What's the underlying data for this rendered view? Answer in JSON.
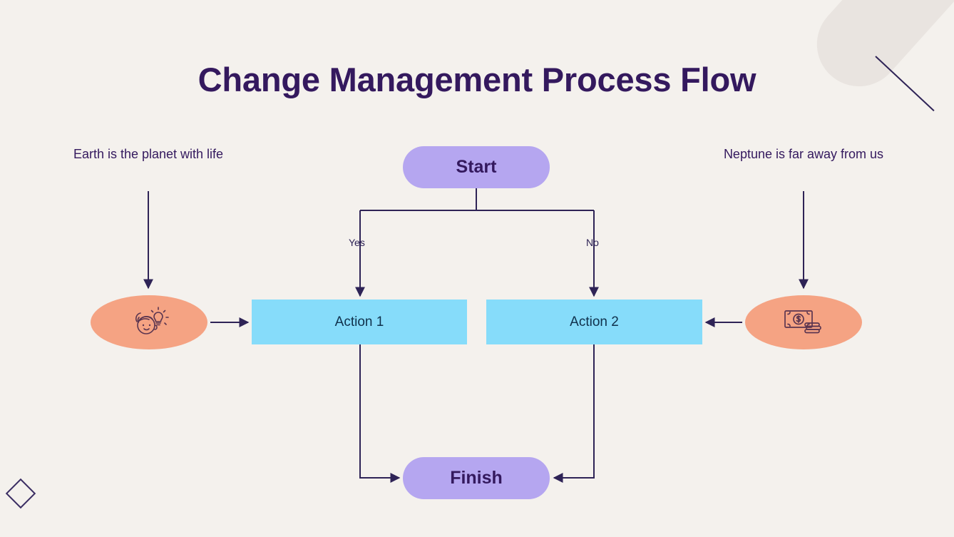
{
  "slide": {
    "title": "Change Management Process Flow",
    "background_color": "#F4F1ED",
    "title_color": "#34195E"
  },
  "palette": {
    "terminator": "#B5A6F0",
    "process": "#86DCFA",
    "ellipse": "#F5A383",
    "connector": "#2E2356",
    "decor_gray": "#E6E2DD"
  },
  "flowchart": {
    "nodes": [
      {
        "id": "start",
        "label": "Start",
        "shape": "terminator",
        "color": "#B5A6F0"
      },
      {
        "id": "action1",
        "label": "Action 1",
        "shape": "process",
        "color": "#86DCFA"
      },
      {
        "id": "action2",
        "label": "Action 2",
        "shape": "process",
        "color": "#86DCFA"
      },
      {
        "id": "finish",
        "label": "Finish",
        "shape": "terminator",
        "color": "#B5A6F0"
      },
      {
        "id": "ellipse-left",
        "label": "",
        "shape": "ellipse",
        "color": "#F5A383",
        "icon": "idea-head-lightbulb-icon"
      },
      {
        "id": "ellipse-right",
        "label": "",
        "shape": "ellipse",
        "color": "#F5A383",
        "icon": "money-cash-icon"
      }
    ],
    "edge_labels": {
      "yes": "Yes",
      "no": "No"
    },
    "edges": [
      {
        "from": "start",
        "to": "action1",
        "label": "Yes"
      },
      {
        "from": "start",
        "to": "action2",
        "label": "No"
      },
      {
        "from": "action1",
        "to": "finish",
        "label": ""
      },
      {
        "from": "action2",
        "to": "finish",
        "label": ""
      },
      {
        "from": "ellipse-left",
        "to": "action1",
        "label": ""
      },
      {
        "from": "ellipse-right",
        "to": "action2",
        "label": ""
      }
    ]
  },
  "annotations": {
    "left": "Earth is the planet with life",
    "right": "Neptune is far away from us"
  },
  "decor": {
    "diamond": "diamond-outline-shape",
    "corner_rounded": "rounded-bar-shape",
    "corner_line": "diagonal-line-shape"
  }
}
